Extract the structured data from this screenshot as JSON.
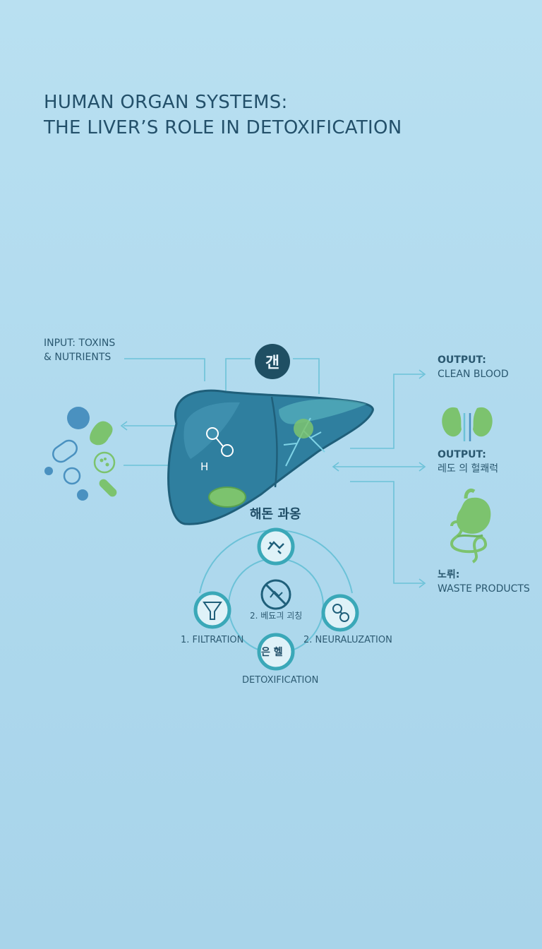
{
  "title": {
    "line1": "HUMAN ORGAN SYSTEMS:",
    "line2": "THE LIVER’S ROLE IN DETOXIFICATION"
  },
  "input": {
    "line1": "INPUT: TOXINS",
    "line2": "& NUTRIENTS"
  },
  "center_badge": "갠",
  "output_clean": {
    "head": "OUTPUT:",
    "text": "CLEAN BLOOD"
  },
  "output_kidney": {
    "head": "OUTPUT:",
    "text": "레도 의 헐쾌럭"
  },
  "waste": {
    "head": "노뤼:",
    "text": "WASTE PRODUCTS"
  },
  "process": {
    "title": "해돈 과옹",
    "mid_label": "2. 베됴긔 괴칭",
    "filtration": "1. FILTRATION",
    "neutralization": "2. NEURALUZATION",
    "bottom_code": "은 헬",
    "detoxification": "DETOXIFICATION"
  },
  "liver_symbol": "H",
  "colors": {
    "liver": "#2f7f9f",
    "liver_dark": "#1f5f7a",
    "accent_green": "#7cc36e",
    "ring_teal": "#3aa8b8",
    "line": "#6cc2d8",
    "badge": "#1f4f63"
  }
}
